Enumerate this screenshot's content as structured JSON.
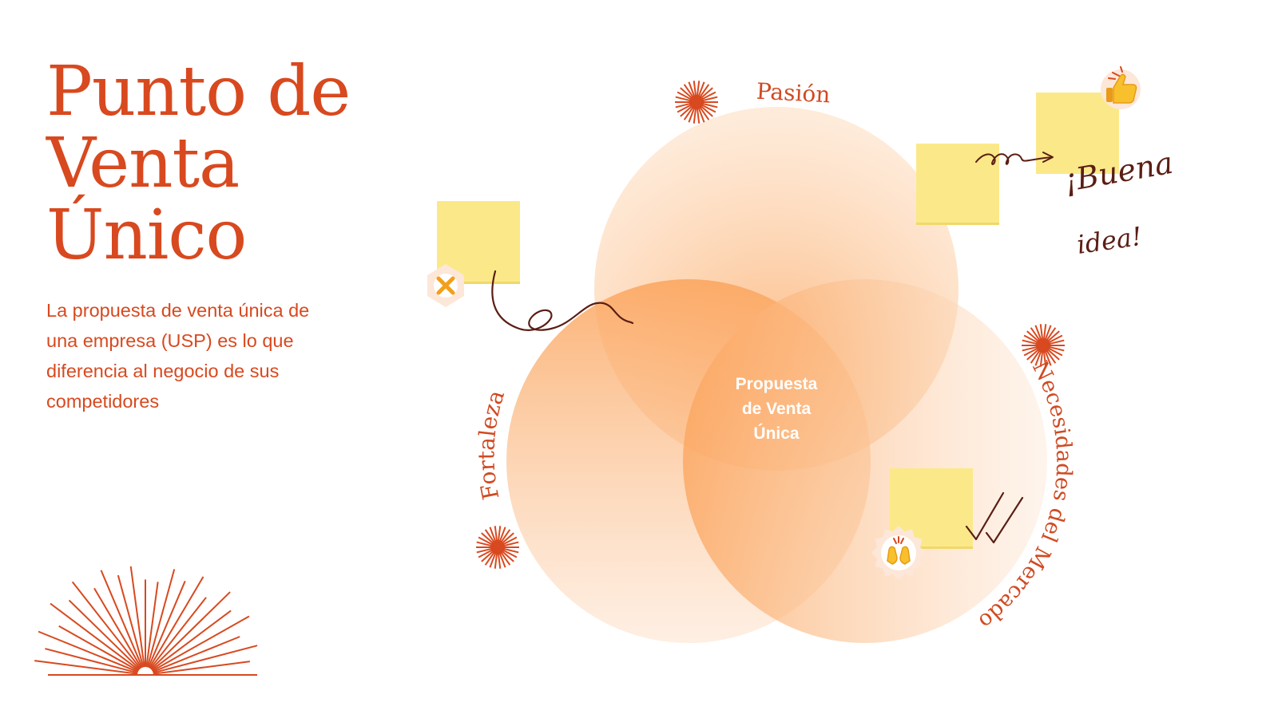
{
  "title": {
    "line1": "Punto de",
    "line2": "Venta",
    "line3": "Único"
  },
  "subtitle": "La propuesta de venta única de una empresa (USP) es lo que diferencia al negocio de sus competidores",
  "diagram": {
    "top_label": "Pasión",
    "left_label": "Fortaleza",
    "right_label": "Necesidades del Mercado",
    "center_line1": "Propuesta",
    "center_line2": "de Venta",
    "center_line3": "Única"
  },
  "note": {
    "line1": "¡Buena",
    "line2": "idea!"
  },
  "colors": {
    "accent": "#d8491f",
    "circle_fill": "#fbb87a",
    "sticky_note": "#fbe989",
    "ink": "#5a1e14"
  },
  "icons": [
    "x-mark-icon",
    "thumbs-up-icon",
    "raised-hands-icon",
    "checkmark-icon",
    "starburst-icon",
    "sunburst-icon"
  ]
}
